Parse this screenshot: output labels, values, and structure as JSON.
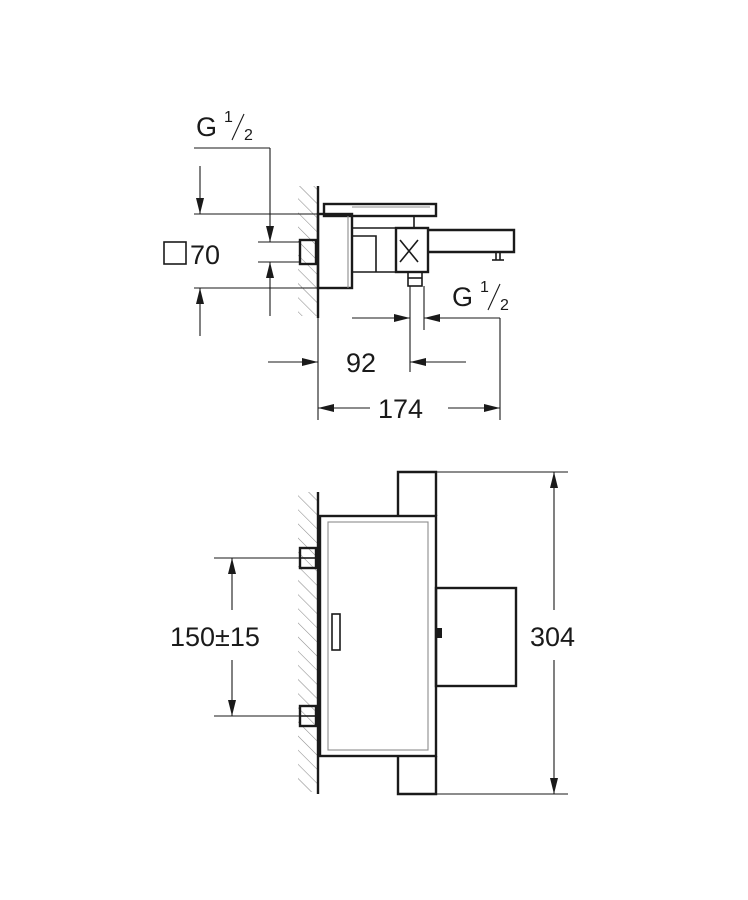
{
  "top_view": {
    "inlet_thread": {
      "main": "G",
      "sup": "1",
      "sub": "2"
    },
    "outlet_thread": {
      "main": "G",
      "sup": "1",
      "sub": "2"
    },
    "flange_size": "70",
    "dim_outlet_offset": "92",
    "dim_total_depth": "174"
  },
  "front_view": {
    "dim_inlet_spacing": "150±15",
    "dim_height": "304"
  }
}
